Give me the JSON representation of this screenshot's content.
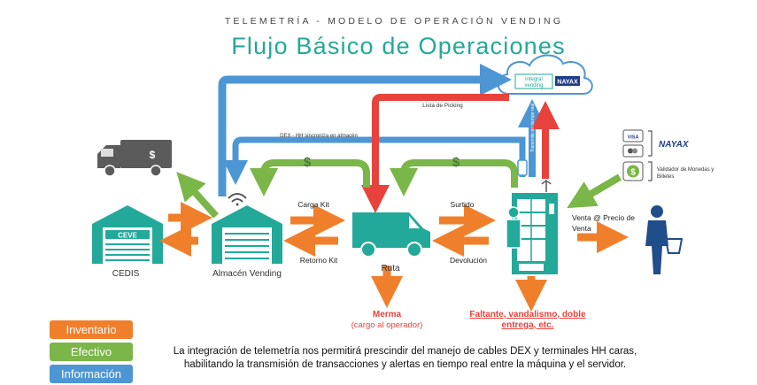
{
  "header": {
    "subtitle": "TELEMETRÍA - MODELO DE OPERACIÓN VENDING",
    "title": "Flujo Básico de Operaciones"
  },
  "cloud": {
    "brand1_line1": "integral",
    "brand1_line2": "vending",
    "brand2": "NAYAX"
  },
  "nodes": {
    "cedis_sign": "CEVE",
    "cedis": "CEDIS",
    "almacen": "Almacén Vending",
    "ruta": "Ruta",
    "dollar": "$",
    "visa": "VISA"
  },
  "flows": {
    "carga_kit": "Carga Kit",
    "retorno_kit": "Retorno Kit",
    "surtido": "Surtido",
    "devolucion": "Devolución",
    "venta_line1": "Venta @ Precio de",
    "venta_line2": "Venta",
    "lista_picking": "Lista de Picking",
    "dex_sync": "DEX - HH sincroniza en almacén",
    "transmite": "Transmite en tiempo real"
  },
  "outcomes": {
    "merma_line1": "Merma",
    "merma_line2": "(cargo al operador)",
    "faltante_line1": "Faltante, vandalismo, doble",
    "faltante_line2": "entrega, etc."
  },
  "payments": {
    "nayax": "NAYAX",
    "validador_line1": "Validador de Monedas y",
    "validador_line2": "Billetes"
  },
  "legend": [
    {
      "label": "Inventario",
      "color": "#f07f2c"
    },
    {
      "label": "Efectivo",
      "color": "#7ab648"
    },
    {
      "label": "Información",
      "color": "#4d96d4"
    }
  ],
  "colors": {
    "teal": "#23a99a",
    "orange": "#f07f2c",
    "green": "#7ab648",
    "blue": "#4d96d4",
    "red": "#e8423c"
  },
  "footnote": {
    "line1": "La integración de telemetría nos permitirá prescindir del manejo de cables DEX y terminales HH caras,",
    "line2": "habilitando la transmisión de transacciones y alertas en tiempo real entre la máquina y el servidor."
  }
}
